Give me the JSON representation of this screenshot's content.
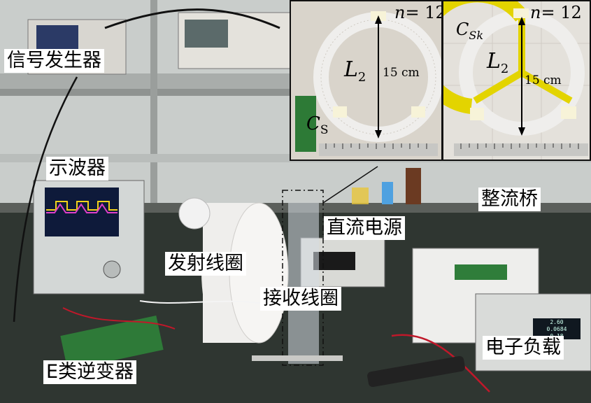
{
  "labels": {
    "signal_generator": "信号发生器",
    "oscilloscope": "示波器",
    "transmit_coil": "发射线圈",
    "receive_coil": "接收线圈",
    "dc_power_supply": "直流电源",
    "rectifier_bridge": "整流桥",
    "electronic_load": "电子负载",
    "class_e_inverter": "E类逆变器"
  },
  "inset_left": {
    "turns_var": "n",
    "turns_eq": "= 12",
    "inductor_main": "L",
    "inductor_sub": "2",
    "diameter": "15 cm",
    "cap_main": "C",
    "cap_sub": "S"
  },
  "inset_right": {
    "turns_var": "n",
    "turns_eq": "= 12",
    "inductor_main": "L",
    "inductor_sub": "2",
    "diameter": "15 cm",
    "cap_main": "C",
    "cap_sub": "Sk"
  },
  "load_display": {
    "line1": "2.60",
    "line2": "0.0684",
    "line3": "0.18"
  },
  "colors": {
    "label_bg": "#ffffff",
    "coil_white": "#efeeec",
    "coil_yellow": "#e3d400",
    "bench": "#2f3631",
    "frame": "#111111"
  }
}
